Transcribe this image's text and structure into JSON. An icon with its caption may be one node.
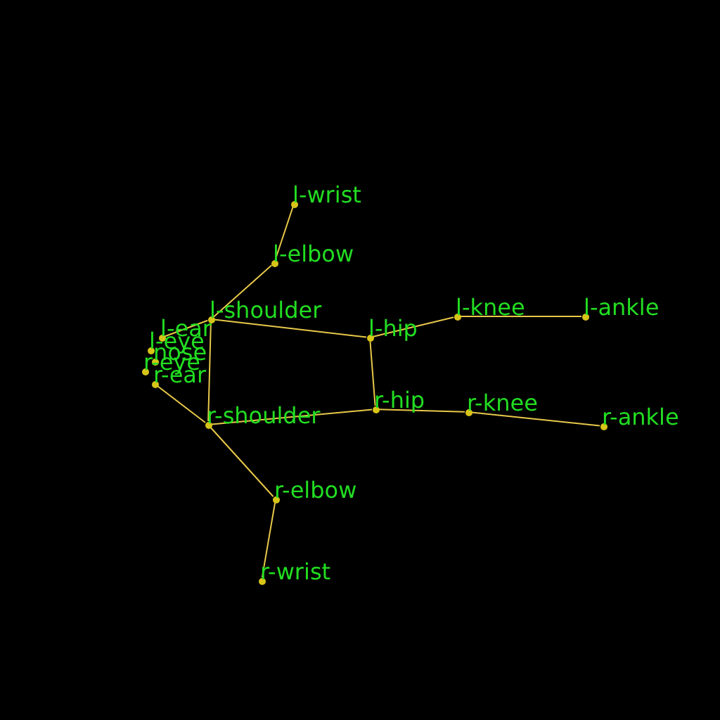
{
  "diagram": {
    "nodes": [
      {
        "text": [],
        "shape": "circle",
        "beside": [
          "l-wrist"
        ]
      },
      {
        "text": [],
        "shape": "circle",
        "beside": [
          "l-elbow"
        ]
      },
      {
        "text": [],
        "shape": "circle",
        "beside": [
          "l-shoulder"
        ]
      },
      {
        "text": [],
        "shape": "circle",
        "beside": [
          "l-ear"
        ]
      },
      {
        "text": [],
        "shape": "circle",
        "beside": [
          "l-eye"
        ]
      },
      {
        "text": [],
        "shape": "circle",
        "beside": [
          "nose"
        ]
      },
      {
        "text": [],
        "shape": "circle",
        "beside": [
          "r-eye"
        ]
      },
      {
        "text": [],
        "shape": "circle",
        "beside": [
          "r-ear"
        ]
      },
      {
        "text": [],
        "shape": "circle",
        "beside": [
          "l-hip"
        ]
      },
      {
        "text": [],
        "shape": "circle",
        "beside": [
          "l-knee"
        ]
      },
      {
        "text": [],
        "shape": "circle",
        "beside": [
          "l-ankle"
        ]
      },
      {
        "text": [],
        "shape": "circle",
        "beside": [
          "r-hip"
        ]
      },
      {
        "text": [],
        "shape": "circle",
        "beside": [
          "r-knee"
        ]
      },
      {
        "text": [],
        "shape": "circle",
        "beside": [
          "r-shoulder"
        ]
      },
      {
        "text": [],
        "shape": "circle",
        "beside": [
          "r-ankle"
        ]
      },
      {
        "text": [],
        "shape": "circle",
        "beside": [
          "r-elbow"
        ]
      },
      {
        "text": [],
        "shape": "circle",
        "beside": [
          "r-wrist"
        ]
      }
    ],
    "edges": [
      {
        "from": 0,
        "to": 1,
        "arrow": "none"
      },
      {
        "from": 1,
        "to": 2,
        "arrow": "none"
      },
      {
        "from": 2,
        "to": 3,
        "arrow": "none"
      },
      {
        "from": 2,
        "to": 13,
        "arrow": "none"
      },
      {
        "from": 2,
        "to": 8,
        "arrow": "none"
      },
      {
        "from": 8,
        "to": 11,
        "arrow": "none"
      },
      {
        "from": 8,
        "to": 9,
        "arrow": "none"
      },
      {
        "from": 9,
        "to": 10,
        "arrow": "none"
      },
      {
        "from": 13,
        "to": 11,
        "arrow": "none"
      },
      {
        "from": 11,
        "to": 12,
        "arrow": "none"
      },
      {
        "from": 12,
        "to": 14,
        "arrow": "none"
      },
      {
        "from": 7,
        "to": 13,
        "arrow": "none"
      },
      {
        "from": 13,
        "to": 15,
        "arrow": "none"
      },
      {
        "from": 15,
        "to": 16,
        "arrow": "none"
      }
    ]
  }
}
